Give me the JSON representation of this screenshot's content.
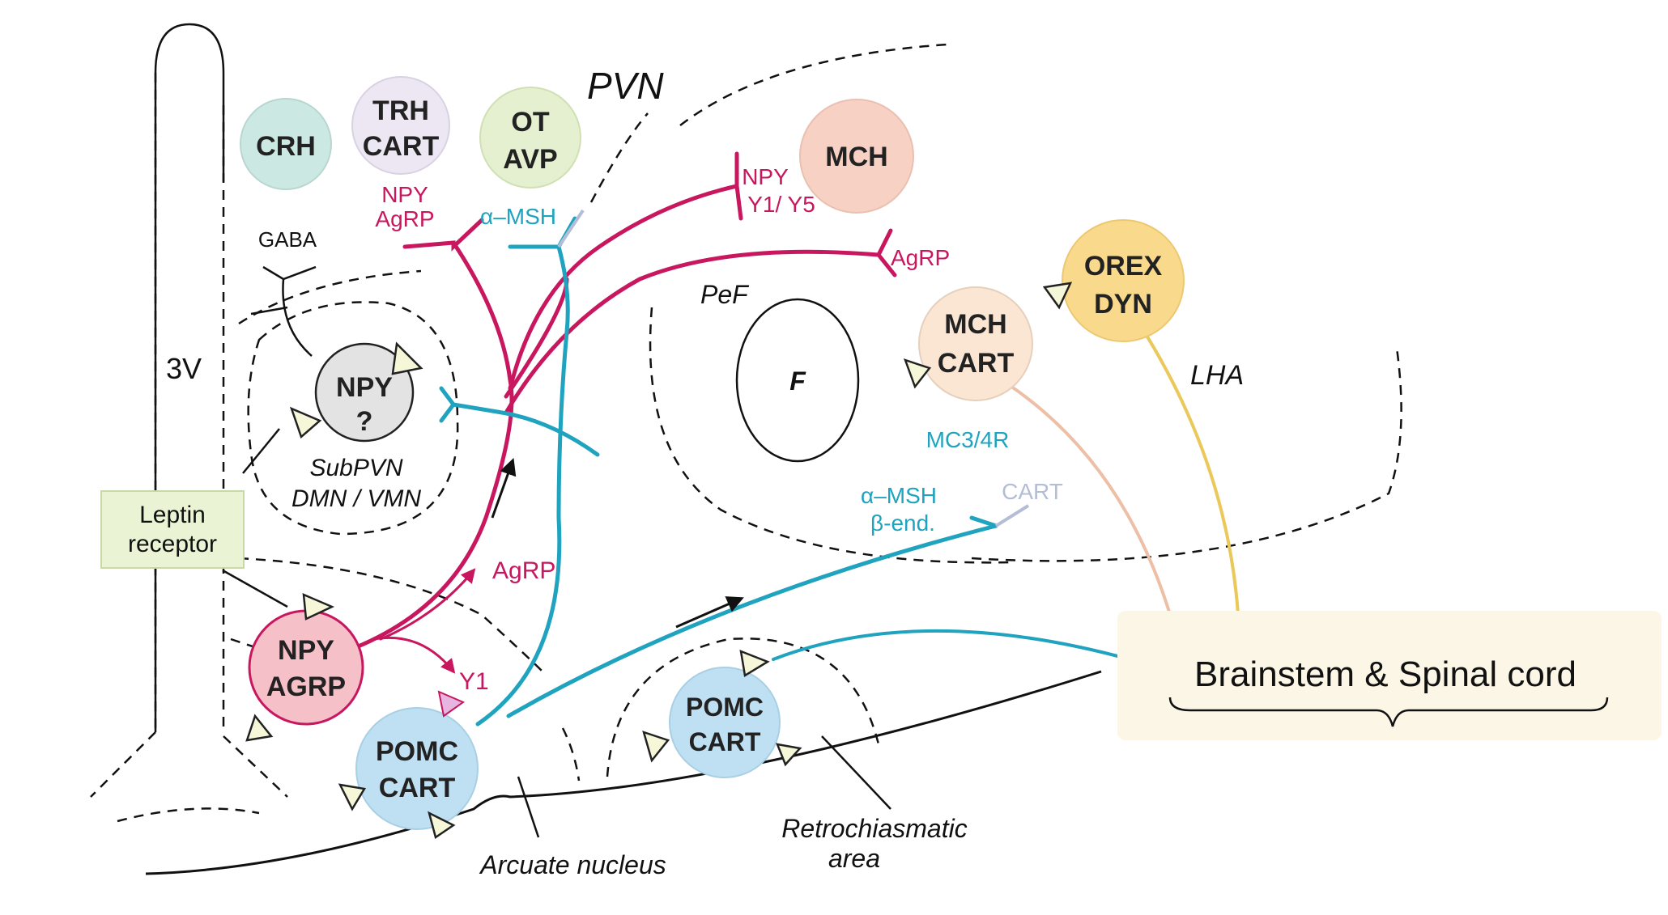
{
  "regions": {
    "pvn": "PVN",
    "third_ventricle": "3V",
    "pef": "PeF",
    "fornix": "F",
    "lha": "LHA",
    "subpvn_line1": "SubPVN",
    "subpvn_line2": "DMN / VMN",
    "arcuate": "Arcuate nucleus",
    "retro_line1": "Retrochiasmatic",
    "retro_line2": "area"
  },
  "neurons": {
    "crh": "CRH",
    "trh_line1": "TRH",
    "trh_line2": "CART",
    "ot_line1": "OT",
    "ot_line2": "AVP",
    "mch": "MCH",
    "orex_line1": "OREX",
    "orex_line2": "DYN",
    "mch_cart_line1": "MCH",
    "mch_cart_line2": "CART",
    "npy_sub_line1": "NPY",
    "npy_sub_line2": "?",
    "npy_agrp_line1": "NPY",
    "npy_agrp_line2": "AGRP",
    "pomc_line1": "POMC",
    "pomc_line2": "CART",
    "pomc_retro_line1": "POMC",
    "pomc_retro_line2": "CART"
  },
  "labels": {
    "gaba": "GABA",
    "npy_agrp_pvn_line1": "NPY",
    "npy_agrp_pvn_line2": "AgRP",
    "alpha_msh_pvn": "α–MSH",
    "npy_y1y5_line1": "NPY",
    "npy_y1y5_line2": "Y1/ Y5",
    "agrp_lha": "AgRP",
    "agrp_mid": "AgRP",
    "y1": "Y1",
    "mc34r": "MC3/4R",
    "alpha_msh_lha": "α–MSH",
    "beta_end": "β-end.",
    "cart_lha": "CART",
    "leptin_line1": "Leptin",
    "leptin_line2": "receptor",
    "brainstem": "Brainstem & Spinal cord"
  },
  "colors": {
    "magenta": "#c8175f",
    "cyan": "#1fa3bf",
    "crh_fill": "#cbe8e2",
    "trh_fill": "#ede7f3",
    "ot_fill": "#e4f0cf",
    "mch_fill": "#f7d1c4",
    "orex_fill": "#f9d98b",
    "mch_cart_fill": "#fbe6d4",
    "npy_sub_fill": "#e3e3e3",
    "npy_agrp_fill": "#f6c0c9",
    "pomc_fill": "#bfe0f3",
    "leptin_fill": "#eaf4d4",
    "brainstem_fill": "#fbf6e6",
    "peach_arrow": "#ecbfa6",
    "yellow_arrow": "#eac85a"
  }
}
